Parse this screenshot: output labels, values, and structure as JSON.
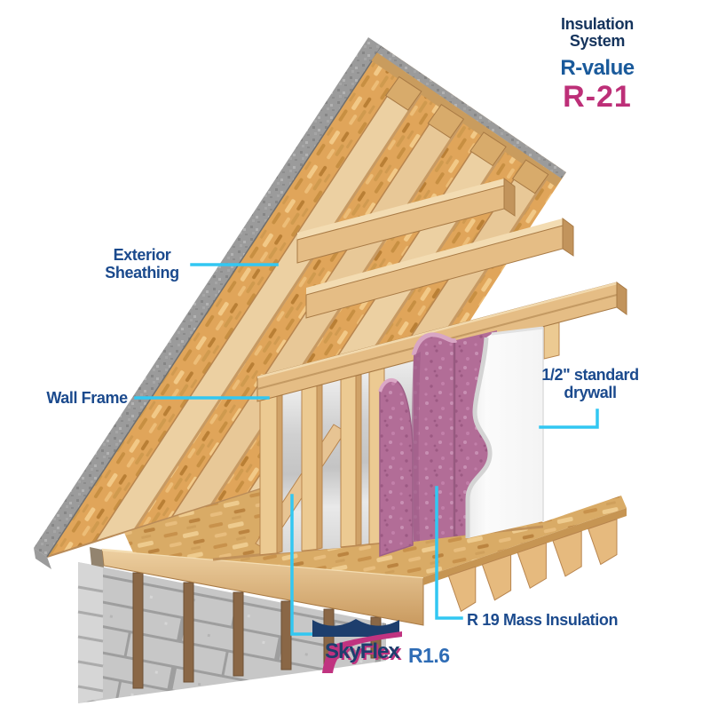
{
  "info_panel": {
    "title_line1": "Insulation",
    "title_line2": "System",
    "rvalue_label": "R-value",
    "rvalue": "R-21"
  },
  "callouts": {
    "exterior_sheathing": "Exterior Sheathing",
    "wall_frame": "Wall Frame",
    "drywall": "1/2\" standard drywall",
    "mass_insulation": "R 19 Mass Insulation"
  },
  "logo": {
    "brand": "SkyFlex",
    "rating": "R1.6"
  },
  "colors": {
    "callout-navy": "#1b4a8d",
    "title-navy": "#14335c",
    "rvalue-blue": "#1a5a9b",
    "rvalue-magenta": "#bd2f78",
    "leader-cyan": "#32c7f2",
    "logo-navy": "#1d3e6d",
    "logo-magenta": "#c03380",
    "rating-blue": "#2e6cb5"
  }
}
